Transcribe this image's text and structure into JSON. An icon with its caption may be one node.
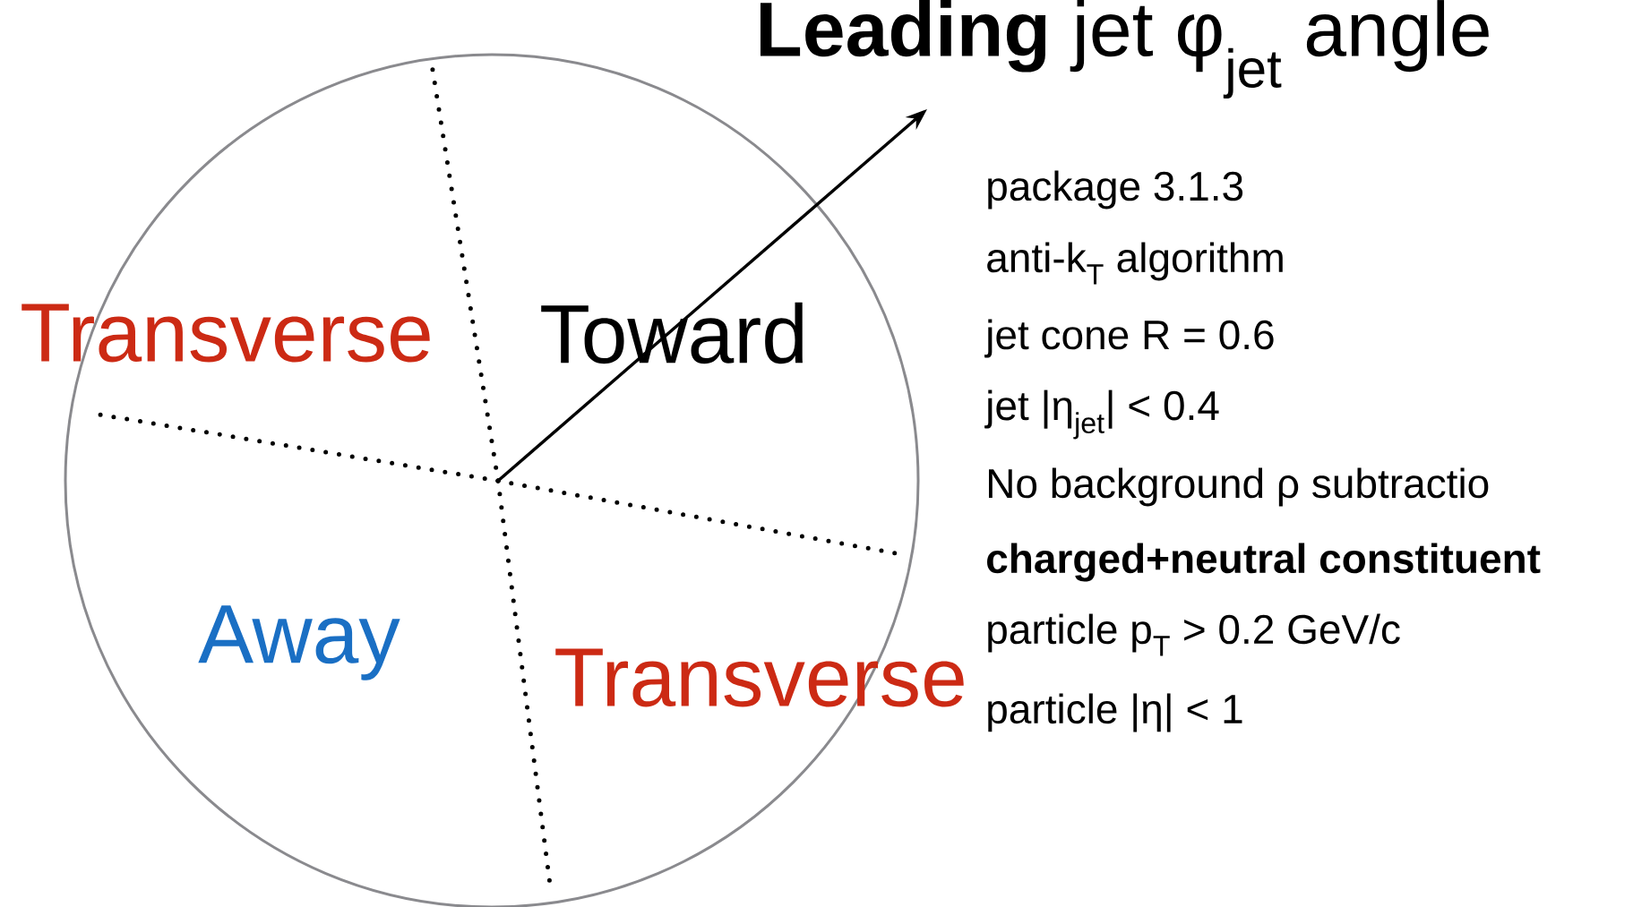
{
  "diagram": {
    "title": "**Leading** jet φ$_{jet}$ angle",
    "labels": [
      "Transverse",
      "Toward",
      "Away",
      "Transverse",
      "package 3.1.3",
      "anti-k$_{T}$ algorithm",
      "jet cone R = 0.6",
      "jet |η$_{jet}$| < 0.4",
      "No background ρ subtractio",
      "**charged+neutral constituent**",
      "particle p$_{T}$ > 0.2 GeV/c",
      "particle |η| < 1"
    ]
  }
}
